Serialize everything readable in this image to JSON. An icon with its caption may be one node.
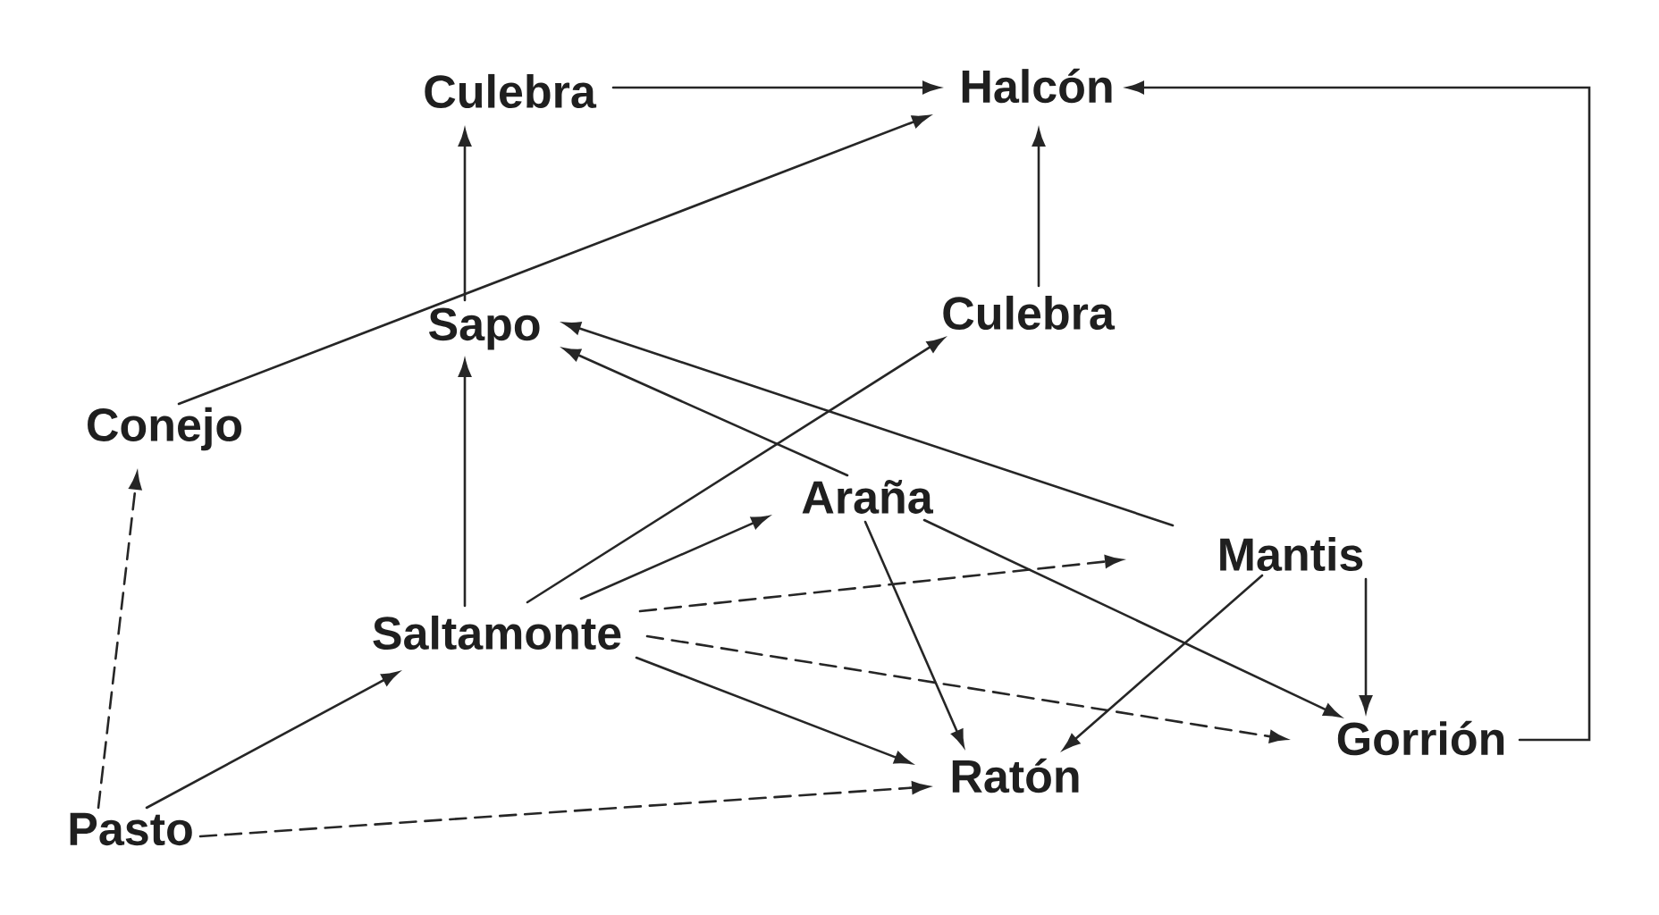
{
  "diagram": {
    "nodes": [
      {
        "text": [
          "Culebra"
        ]
      },
      {
        "text": [
          "Halcón"
        ]
      },
      {
        "text": [
          "Sapo"
        ]
      },
      {
        "text": [
          "Culebra"
        ]
      },
      {
        "text": [
          "Conejo"
        ]
      },
      {
        "text": [
          "Araña"
        ]
      },
      {
        "text": [
          "Mantis"
        ]
      },
      {
        "text": [
          "Saltamonte"
        ]
      },
      {
        "text": [
          "Gorrión"
        ]
      },
      {
        "text": [
          "Ratón"
        ]
      },
      {
        "text": [
          "Pasto"
        ]
      }
    ],
    "edges": [
      {
        "from": 0,
        "to": 1,
        "arrow": "to"
      },
      {
        "from": 4,
        "to": 1,
        "arrow": "to"
      },
      {
        "from": 2,
        "to": 0,
        "arrow": "to"
      },
      {
        "from": 3,
        "to": 1,
        "arrow": "to"
      },
      {
        "from": 8,
        "to": 1,
        "arrow": "to"
      },
      {
        "from": 7,
        "to": 2,
        "arrow": "to"
      },
      {
        "from": 6,
        "to": 2,
        "arrow": "to"
      },
      {
        "from": 5,
        "to": 2,
        "arrow": "to"
      },
      {
        "from": 7,
        "to": 3,
        "arrow": "to"
      },
      {
        "from": 7,
        "to": 5,
        "arrow": "to"
      },
      {
        "from": 7,
        "to": 6,
        "arrow": "to",
        "style": "dashed"
      },
      {
        "from": 7,
        "to": 8,
        "arrow": "to",
        "style": "dashed"
      },
      {
        "from": 7,
        "to": 9,
        "arrow": "to"
      },
      {
        "from": 5,
        "to": 9,
        "arrow": "to"
      },
      {
        "from": 5,
        "to": 8,
        "arrow": "to"
      },
      {
        "from": 6,
        "to": 9,
        "arrow": "to"
      },
      {
        "from": 6,
        "to": 8,
        "arrow": "to"
      },
      {
        "from": 10,
        "to": 4,
        "arrow": "to",
        "style": "dashed"
      },
      {
        "from": 10,
        "to": 7,
        "arrow": "to"
      },
      {
        "from": 10,
        "to": 9,
        "arrow": "to",
        "style": "dashed"
      }
    ]
  }
}
